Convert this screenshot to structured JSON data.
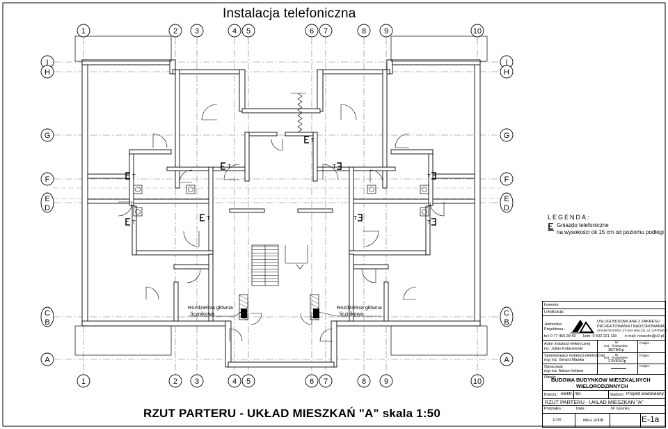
{
  "drawing": {
    "title": "Instalacja telefoniczna",
    "subtitle": "RZUT PARTERU - UKŁAD MIESZKAŃ \"A\" skala 1:50",
    "axes_top": [
      "1",
      "2",
      "3",
      "4",
      "5",
      "6",
      "7",
      "8",
      "9",
      "10"
    ],
    "axes_bottom": [
      "1",
      "2",
      "3",
      "4",
      "5",
      "6",
      "7",
      "8",
      "9",
      "10"
    ],
    "axes_rows": [
      "I",
      "H",
      "G",
      "F",
      "E",
      "D",
      "C",
      "B",
      "A"
    ],
    "room_labels": [
      "Rozdzielnia główna",
      "licznikowa",
      "Rozdzielnia główna",
      "licznikowa"
    ],
    "socket_letter": "T"
  },
  "legend": {
    "heading": "LEGENDA:",
    "line1": "Gniazdo telefoniczne",
    "line2": "na wysokości  ok 15 cm od poziomu podłogi"
  },
  "title_block": {
    "investor_label": "Inwestor:",
    "location_label": "Lokalizacja:",
    "unit_label": "Jednostka",
    "designer_label": "Projektowa :",
    "company_line1": "USŁUGI BUDOWLANE Z ZAKRESU",
    "company_line2": "PROJEKTOWANIA I NADZOROWANIA",
    "company_line3": "ADAM NOSSOL  47-344 WALCE, ul. LIPOWA 4",
    "phone": "tel: 0 77 466 28 60",
    "mobile": "kom: 0 502 221 118",
    "email": "e-mail: nossolm@o2.pl",
    "author_role": "Autor instalacji elektrycznej",
    "author_name": "inż. Julian Kotarżewski",
    "author_perm_label": "Nr",
    "author_perm_type": "inst. - listwiarskie",
    "author_perm_no": "38/78/Op",
    "sign_label_1": "Podpis :",
    "checker_role": "Sprawdzający instalacji elektrycznej",
    "checker_name": "mgr inż. Gerard Mainka",
    "checker_perm_label": "Nr",
    "checker_perm_type": "inst. - listwiarskie",
    "checker_perm_no": "275/82/Op",
    "sign_label_2": "Podpis :",
    "prepared_label": "Opracował:",
    "prepared_name": "mgr inż. Adrian Heltwer",
    "sign_label_3": "Podpis :",
    "object_label": "Obiekt:",
    "object_line1": "BUDOWA BUDYNKÓW MIESZKALNYCH",
    "object_line2": "WIELORODZINNYCH",
    "branch_label": "Branża :",
    "branch_value": "elektr. -tel.",
    "stage_label": "Stadium :",
    "stage_value": "Projekt Budowlany",
    "sheet_title": "RZUT PARTERU - UKŁAD MIESZKAŃ \"A\"",
    "scale_label": "Podziałka :",
    "scale_value": "1:50",
    "date_label": "Data :",
    "date_value": "MAJ 2008",
    "drawing_no_label": "Nr rysunku :",
    "drawing_no_value": "E-1a"
  }
}
